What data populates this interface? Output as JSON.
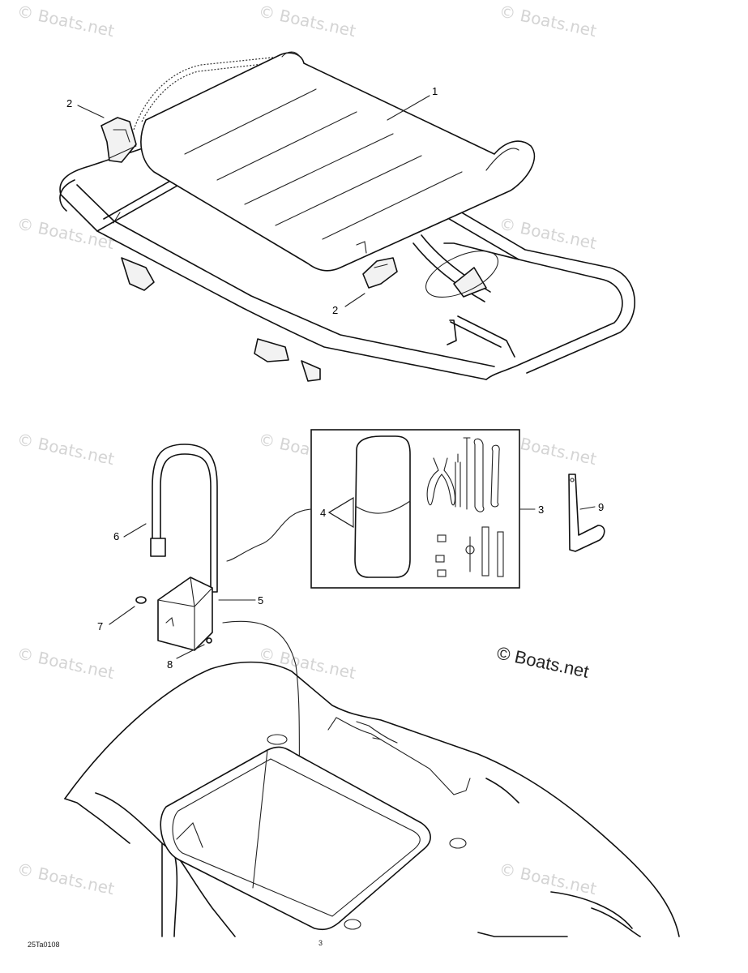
{
  "watermarks": {
    "text": "© Boats.net",
    "main": "© Boats.net"
  },
  "callouts": {
    "c1": "1",
    "c2a": "2",
    "c2b": "2",
    "c3": "3",
    "c4": "4",
    "c5": "5",
    "c6": "6",
    "c7": "7",
    "c8": "8",
    "c9": "9"
  },
  "figure_code": "25Ta0108",
  "page_mark": "3"
}
